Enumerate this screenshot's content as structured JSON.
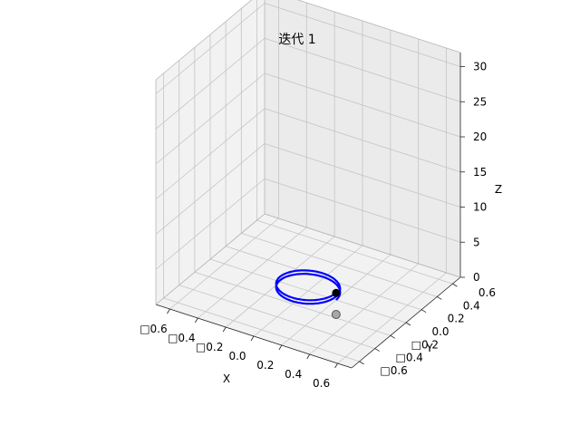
{
  "chart_data": {
    "type": "line",
    "projection": "3d",
    "title": "迭代 1",
    "xlabel": "X",
    "ylabel": "Y",
    "zlabel": "Z",
    "xlim": [
      -0.7,
      0.7
    ],
    "ylim": [
      -0.7,
      0.7
    ],
    "zlim": [
      0,
      32
    ],
    "x_ticks": [
      "□0.6",
      "□0.4",
      "□0.2",
      "0.0",
      "0.2",
      "0.4",
      "0.6"
    ],
    "y_ticks": [
      "□0.6",
      "□0.4",
      "□0.2",
      "0.0",
      "0.2",
      "0.4",
      "0.6"
    ],
    "z_ticks": [
      "0",
      "5",
      "10",
      "15",
      "20",
      "25",
      "30"
    ],
    "x_tick_values": [
      -0.6,
      -0.4,
      -0.2,
      0.0,
      0.2,
      0.4,
      0.6
    ],
    "y_tick_values": [
      -0.6,
      -0.4,
      -0.2,
      0.0,
      0.2,
      0.4,
      0.6
    ],
    "z_tick_values": [
      0,
      5,
      10,
      15,
      20,
      25,
      30
    ],
    "grid": true,
    "series": [
      {
        "kind": "helix",
        "radius": 0.2,
        "z_range": [
          0,
          1
        ],
        "turns": 2,
        "color": "#0000ff"
      }
    ],
    "current_point": {
      "x": 0.2,
      "y": 0.0,
      "z": 1.0,
      "color": "#000000"
    },
    "shadow_point": {
      "x": 0.2,
      "y": 0.0,
      "z": 0.0,
      "color": "#555555"
    }
  }
}
